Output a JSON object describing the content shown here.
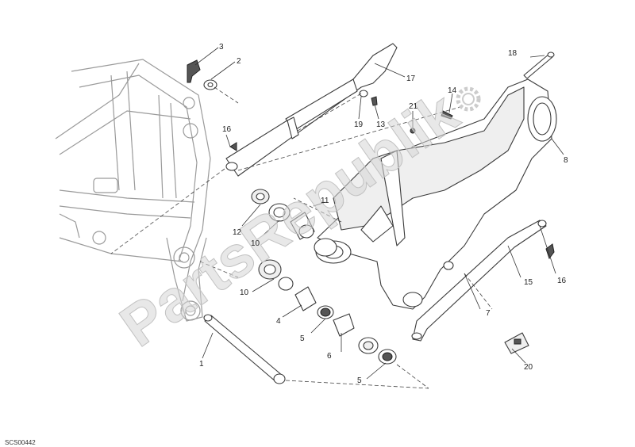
{
  "diagram": {
    "watermark": "PartsRepublik",
    "drawing_code": "SCS00442",
    "callouts": [
      {
        "id": "c1",
        "label": "1"
      },
      {
        "id": "c2",
        "label": "2"
      },
      {
        "id": "c3",
        "label": "3"
      },
      {
        "id": "c4",
        "label": "4"
      },
      {
        "id": "c5a",
        "label": "5"
      },
      {
        "id": "c5b",
        "label": "5"
      },
      {
        "id": "c6",
        "label": "6"
      },
      {
        "id": "c7",
        "label": "7"
      },
      {
        "id": "c8",
        "label": "8"
      },
      {
        "id": "c10a",
        "label": "10"
      },
      {
        "id": "c10b",
        "label": "10"
      },
      {
        "id": "c11",
        "label": "11"
      },
      {
        "id": "c12",
        "label": "12"
      },
      {
        "id": "c13",
        "label": "13"
      },
      {
        "id": "c14",
        "label": "14"
      },
      {
        "id": "c15",
        "label": "15"
      },
      {
        "id": "c16a",
        "label": "16"
      },
      {
        "id": "c16b",
        "label": "16"
      },
      {
        "id": "c17",
        "label": "17"
      },
      {
        "id": "c18",
        "label": "18"
      },
      {
        "id": "c19",
        "label": "19"
      },
      {
        "id": "c20",
        "label": "20"
      },
      {
        "id": "c21",
        "label": "21"
      }
    ]
  }
}
